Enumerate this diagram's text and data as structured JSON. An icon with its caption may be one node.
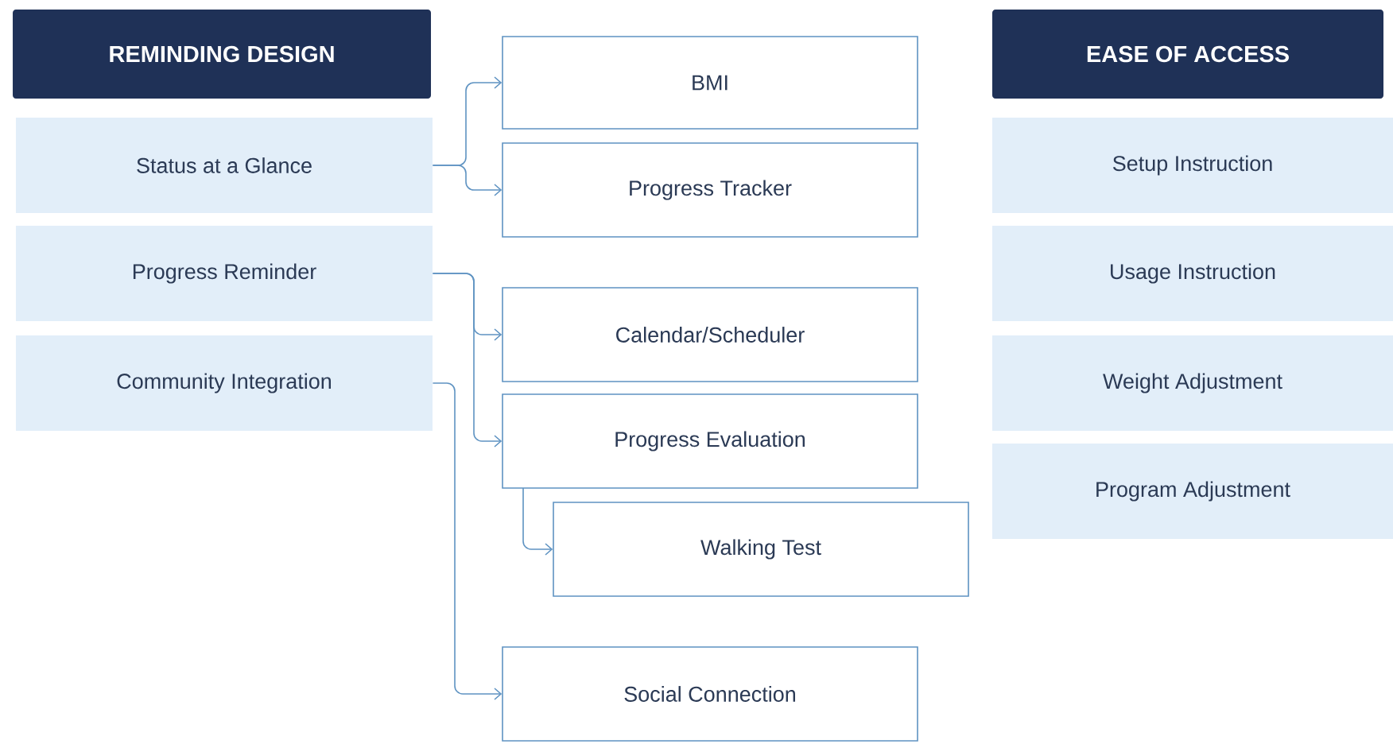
{
  "diagram": {
    "nodes": [
      {
        "text": [
          "REMINDING DESIGN"
        ]
      },
      {
        "text": [
          "Status at a Glance"
        ]
      },
      {
        "text": [
          "Progress Reminder"
        ]
      },
      {
        "text": [
          "Community Integration"
        ]
      },
      {
        "text": [
          "BMI"
        ]
      },
      {
        "text": [
          "Progress Tracker"
        ]
      },
      {
        "text": [
          "Calendar/Scheduler"
        ]
      },
      {
        "text": [
          "Progress Evaluation"
        ]
      },
      {
        "text": [
          "Walking Test"
        ]
      },
      {
        "text": [
          "Social Connection"
        ]
      },
      {
        "text": [
          "EASE OF ACCESS"
        ]
      },
      {
        "text": [
          "Setup Instruction"
        ]
      },
      {
        "text": [
          "Usage Instruction"
        ]
      },
      {
        "text": [
          "Weight Adjustment"
        ]
      },
      {
        "text": [
          "Program Adjustment"
        ]
      }
    ],
    "edges": [
      {
        "from": 1,
        "to": 4,
        "arrow": "to"
      },
      {
        "from": 1,
        "to": 5,
        "arrow": "to"
      },
      {
        "from": 2,
        "to": 6,
        "arrow": "to"
      },
      {
        "from": 2,
        "to": 7,
        "arrow": "to"
      },
      {
        "from": 7,
        "to": 8,
        "arrow": "to"
      },
      {
        "from": 3,
        "to": 9,
        "arrow": "to"
      }
    ]
  }
}
